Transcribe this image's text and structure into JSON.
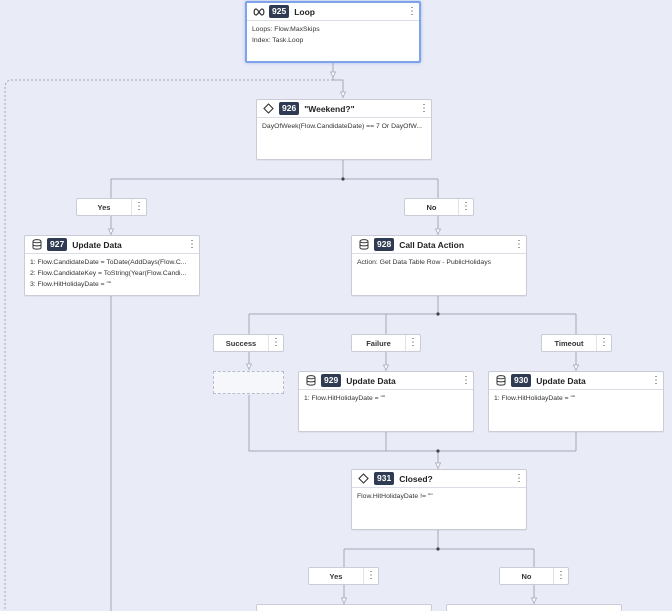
{
  "nodes": {
    "n925": {
      "id": "925",
      "title": "Loop",
      "lines": [
        "Loops: Flow.MaxSkips",
        "Index: Task.Loop"
      ]
    },
    "n926": {
      "id": "926",
      "title": "\"Weekend?\"",
      "lines": [
        "DayOfWeek(Flow.CandidateDate) == 7 Or DayOfW..."
      ]
    },
    "n927": {
      "id": "927",
      "title": "Update Data",
      "lines": [
        "1: Flow.CandidateDate = ToDate(AddDays(Flow.C...",
        "2: Flow.CandidateKey = ToString(Year(Flow.Candi...",
        "3: Flow.HitHolidayDate = \"\""
      ]
    },
    "n928": {
      "id": "928",
      "title": "Call Data Action",
      "lines": [
        "Action: Get Data Table Row - PublicHolidays"
      ]
    },
    "n929": {
      "id": "929",
      "title": "Update Data",
      "lines": [
        "1: Flow.HitHolidayDate = \"\""
      ]
    },
    "n930": {
      "id": "930",
      "title": "Update Data",
      "lines": [
        "1: Flow.HitHolidayDate = \"\""
      ]
    },
    "n931": {
      "id": "931",
      "title": "Closed?",
      "lines": [
        "Flow.HitHolidayDate != \"\""
      ]
    }
  },
  "paths": {
    "yes1": "Yes",
    "no1": "No",
    "success": "Success",
    "failure": "Failure",
    "timeout": "Timeout",
    "yes2": "Yes",
    "no2": "No"
  },
  "icons": {
    "loop": "loop-icon",
    "decision": "diamond-icon",
    "data": "database-icon",
    "menu": "kebab-menu-icon"
  },
  "colors": {
    "canvas": "#e9ebf7",
    "badge": "#2e3b52",
    "selected_border": "#7ea3e8",
    "connector": "#a3a7b8"
  }
}
